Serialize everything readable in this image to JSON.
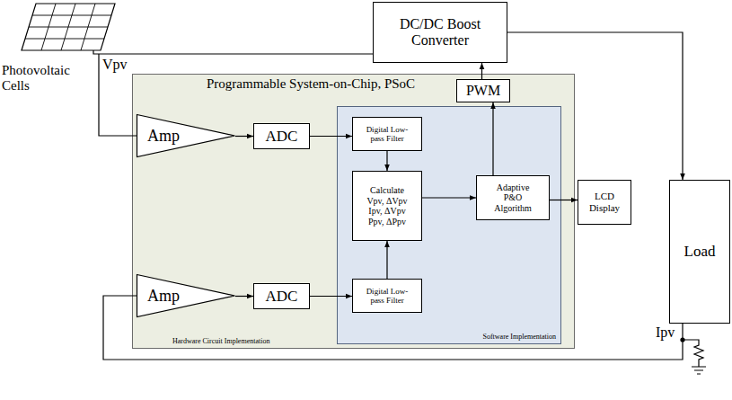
{
  "diagram": {
    "nodes": [
      {
        "text": [
          "Photovoltaic Cells"
        ]
      },
      {
        "text": [
          "DC/DC Boost Converter"
        ]
      },
      {
        "text": [
          "Programmable System-on-Chip, PSoC",
          "Hardware Circuit Implementation"
        ]
      },
      {
        "text": [
          "PWM"
        ],
        "in": 2
      },
      {
        "text": [
          "Amp"
        ],
        "in": 2
      },
      {
        "text": [
          "ADC"
        ],
        "in": 2
      },
      {
        "text": [
          "Software Implementation"
        ],
        "in": 2
      },
      {
        "text": [
          "Digital Low-pass Filter"
        ],
        "in": 6
      },
      {
        "text": [
          "Calculate Vpv, ΔVpv Ipv, ΔVpv Ppv, ΔPpv"
        ],
        "in": 6
      },
      {
        "text": [
          "Adaptive P&O Algorithm"
        ],
        "in": 6
      },
      {
        "text": [
          "Digital Low-pass Filter"
        ],
        "in": 6
      },
      {
        "text": [
          "Amp"
        ],
        "in": 2
      },
      {
        "text": [
          "ADC"
        ],
        "in": 2
      },
      {
        "text": [
          "LCD Display"
        ]
      },
      {
        "text": [
          "Load"
        ]
      }
    ],
    "edges": [
      {
        "from": 0,
        "to": 1,
        "arrow": "none"
      },
      {
        "from": 0,
        "to": 4,
        "arrow": "none"
      },
      {
        "from": 4,
        "to": 5,
        "arrow": "to"
      },
      {
        "from": 5,
        "to": 7,
        "arrow": "to"
      },
      {
        "from": 7,
        "to": 8,
        "arrow": "to"
      },
      {
        "from": 10,
        "to": 8,
        "arrow": "to"
      },
      {
        "from": 8,
        "to": 9,
        "arrow": "to"
      },
      {
        "from": 9,
        "to": 3,
        "arrow": "to"
      },
      {
        "from": 3,
        "to": 1,
        "arrow": "to"
      },
      {
        "from": 9,
        "to": 13,
        "arrow": "to"
      },
      {
        "from": 1,
        "to": 14,
        "arrow": "to"
      },
      {
        "from": 14,
        "to": 11,
        "arrow": "none"
      },
      {
        "from": 11,
        "to": 12,
        "arrow": "to"
      },
      {
        "from": 12,
        "to": 10,
        "arrow": "to"
      }
    ],
    "labels": [
      "Vpv",
      "Ipv"
    ]
  }
}
